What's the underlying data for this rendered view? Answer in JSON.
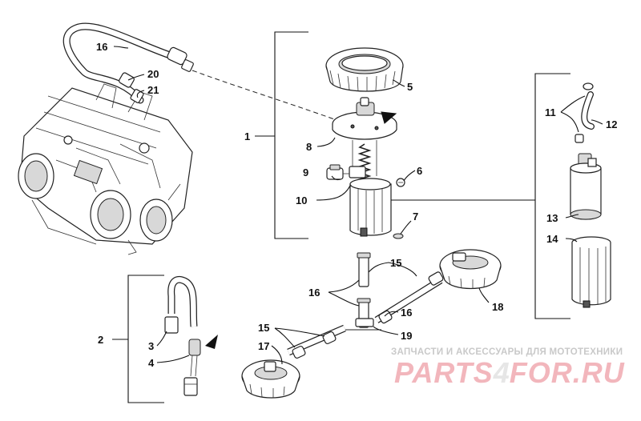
{
  "labels": {
    "l1": "1",
    "l2": "2",
    "l3": "3",
    "l4": "4",
    "l5": "5",
    "l6": "6",
    "l7": "7",
    "l8": "8",
    "l9": "9",
    "l10": "10",
    "l11": "11",
    "l12": "12",
    "l13": "13",
    "l14": "14",
    "l15a": "15",
    "l15b": "15",
    "l16a": "16",
    "l16b": "16",
    "l16c": "16",
    "l17": "17",
    "l18": "18",
    "l19": "19",
    "l20": "20",
    "l21": "21"
  },
  "watermark": {
    "tagline": "ЗАПЧАСТИ И АКСЕССУАРЫ ДЛЯ МОТОТЕХНИКИ",
    "brand_left": "PARTS",
    "brand_dot": "4",
    "brand_right": "FOR.RU"
  },
  "icons": [
    "arrow-pointer-icon"
  ],
  "colors": {
    "line": "#111111",
    "watermark_logo": "#f2b6bc",
    "watermark_text": "#c9c9c9"
  }
}
